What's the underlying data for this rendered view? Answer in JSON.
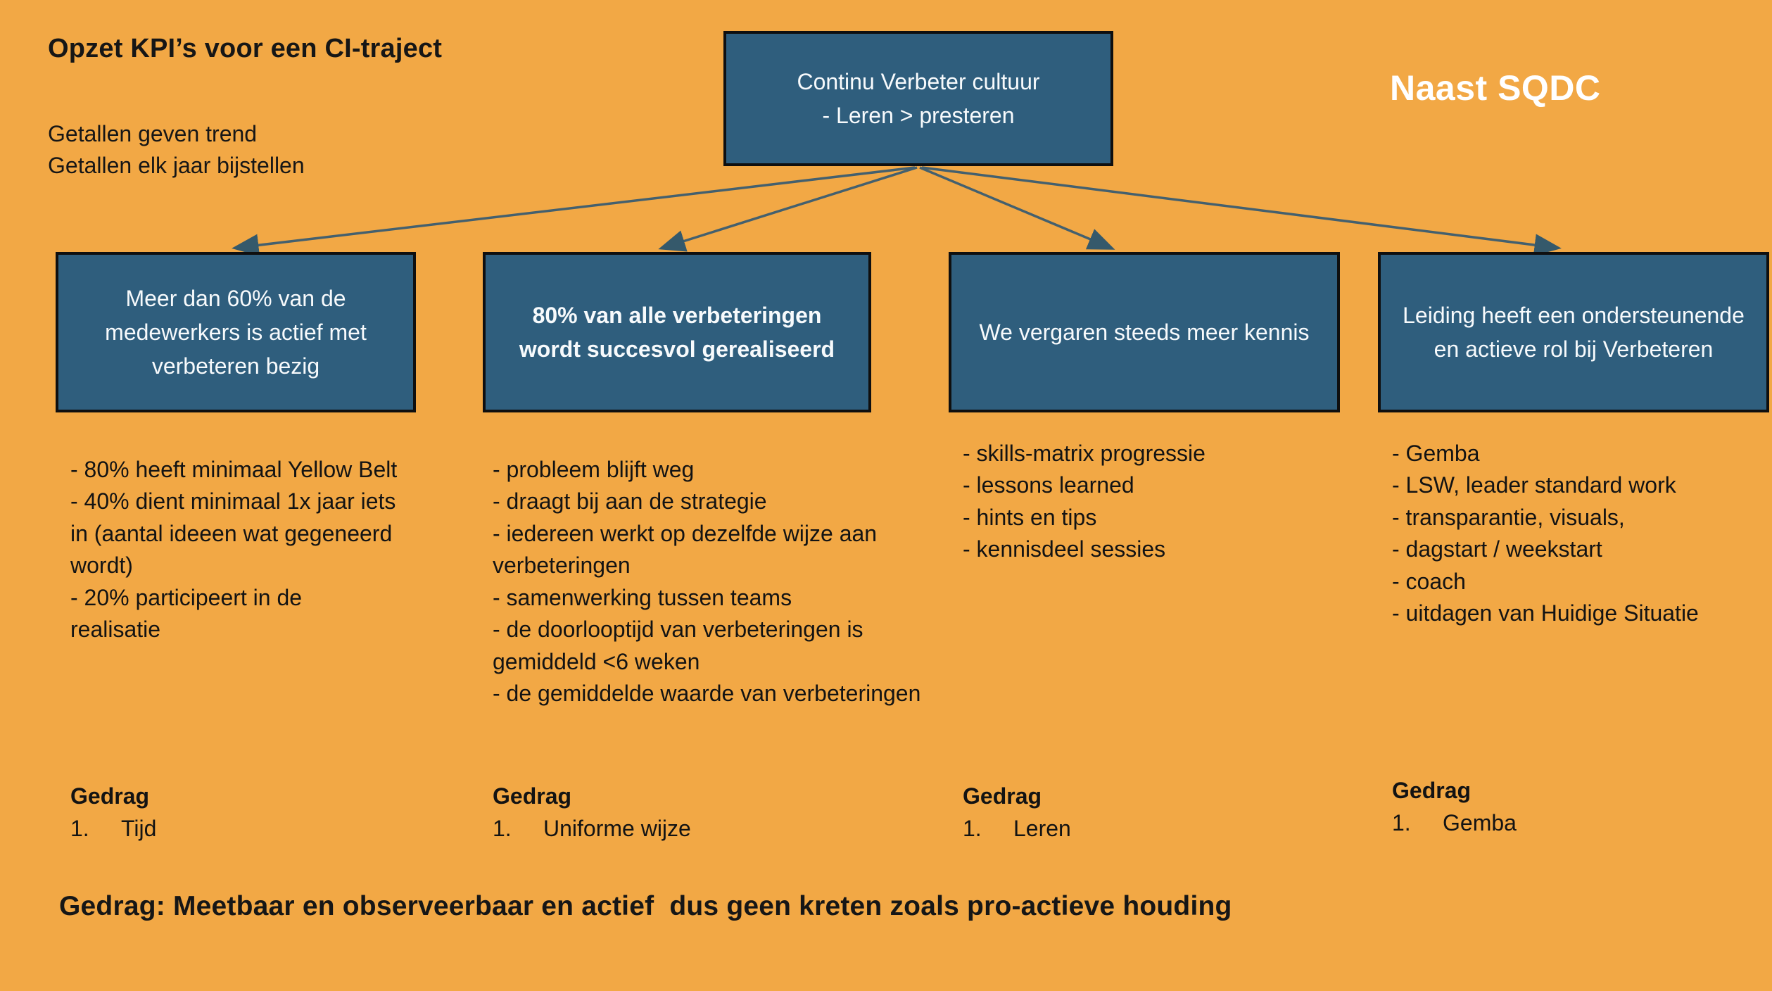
{
  "slide": {
    "title": "Opzet KPI’s voor een CI-traject",
    "subtitle_line1": "Getallen geven trend",
    "subtitle_line2": "Getallen elk jaar bijstellen",
    "corner_label": "Naast SQDC",
    "footer": "Gedrag: Meetbaar en observeerbaar en actief  dus geen kreten zoals pro-actieve houding"
  },
  "root_box": {
    "line1": "Continu Verbeter cultuur",
    "line2": "- Leren > presteren"
  },
  "columns": [
    {
      "box_label": "Meer dan 60% van de medewerkers is actief met verbeteren bezig",
      "bullets": [
        "- 80% heeft minimaal Yellow Belt",
        "- 40% dient minimaal 1x jaar iets in (aantal ideeen wat gegeneerd wordt)",
        "- 20% participeert in de realisatie"
      ],
      "gedrag_heading": "Gedrag",
      "gedrag_number": "1.",
      "gedrag_item": "Tijd"
    },
    {
      "box_label": "80% van alle verbeteringen wordt succesvol gerealiseerd",
      "bullets": [
        "- probleem blijft weg",
        "- draagt bij aan de strategie",
        "- iedereen werkt op dezelfde wijze aan verbeteringen",
        "- samenwerking tussen teams",
        "- de doorlooptijd van verbeteringen is gemiddeld <6 weken",
        "- de gemiddelde waarde van verbeteringen"
      ],
      "gedrag_heading": "Gedrag",
      "gedrag_number": "1.",
      "gedrag_item": "Uniforme wijze"
    },
    {
      "box_label": "We vergaren steeds meer kennis",
      "bullets": [
        "- skills-matrix progressie",
        "- lessons learned",
        "- hints en tips",
        "- kennisdeel sessies"
      ],
      "gedrag_heading": "Gedrag",
      "gedrag_number": "1.",
      "gedrag_item": "Leren"
    },
    {
      "box_label": "Leiding heeft een ondersteunende en actieve rol bij Verbeteren",
      "bullets": [
        "- Gemba",
        "- LSW, leader standard work",
        "- transparantie, visuals,",
        "- dagstart / weekstart",
        "- coach",
        "- uitdagen van Huidige Situatie"
      ],
      "gedrag_heading": "Gedrag",
      "gedrag_number": "1.",
      "gedrag_item": "Gemba"
    }
  ],
  "colors": {
    "background_orange": "#F2A845",
    "box_blue": "#2F5E7D",
    "box_border": "#0F0F0F",
    "arrow_line": "#44606E",
    "text_dark": "#131313",
    "text_light": "#F7FAFC"
  }
}
